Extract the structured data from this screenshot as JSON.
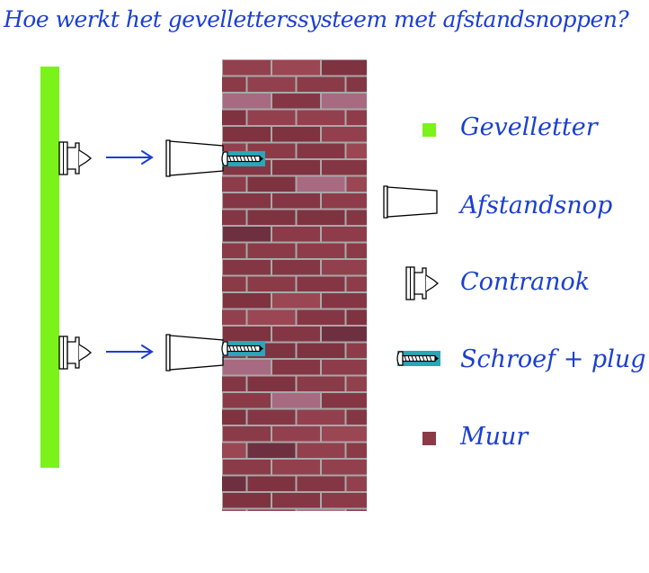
{
  "title": "Hoe werkt het gevelletterssysteem met afstandsnoppen?",
  "colors": {
    "letter": "#7bf21a",
    "wall": "#8b3a48",
    "mortar": "#a8a8a8",
    "text": "#1b3fd1",
    "screw": "#2aa6b8"
  },
  "legend": [
    {
      "icon": "green-square",
      "label": "Gevelletter"
    },
    {
      "icon": "spacer-stud",
      "label": "Afstandsnop"
    },
    {
      "icon": "counter-nut",
      "label": "Contranok"
    },
    {
      "icon": "screw-plug",
      "label": "Schroef + plug"
    },
    {
      "icon": "wall-square",
      "label": "Muur"
    }
  ]
}
